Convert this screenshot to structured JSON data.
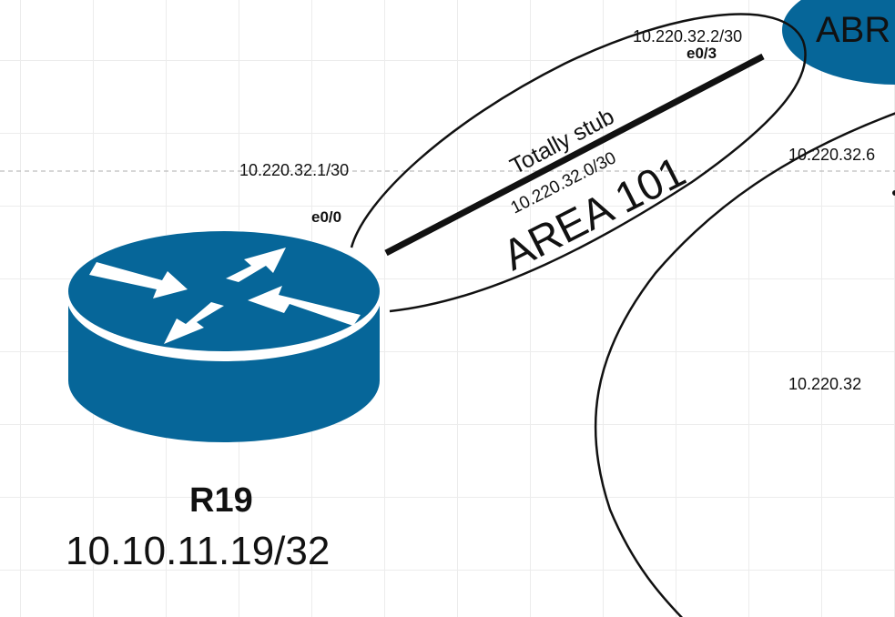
{
  "canvas": {
    "grid_color": "#ececec",
    "background": "#ffffff"
  },
  "colors": {
    "router_blue": "#066699",
    "line": "#111111",
    "guide_dashed": "#bdbdbd"
  },
  "routers": {
    "r19": {
      "name": "R19",
      "loopback": "10.10.11.19/32",
      "icon": "router-icon"
    },
    "abr": {
      "name": "ABR",
      "icon": "router-icon"
    }
  },
  "link": {
    "r19_ip": "10.220.32.1/30",
    "r19_iface": "e0/0",
    "abr_ip": "10.220.32.2/30",
    "abr_iface": "e0/3",
    "subnet": "10.220.32.0/30",
    "area_type": "Totally stub",
    "area_name": "AREA 101"
  },
  "other_labels": {
    "abr_second_ip": "10.220.32.6",
    "third_ip": "10.220.32"
  }
}
